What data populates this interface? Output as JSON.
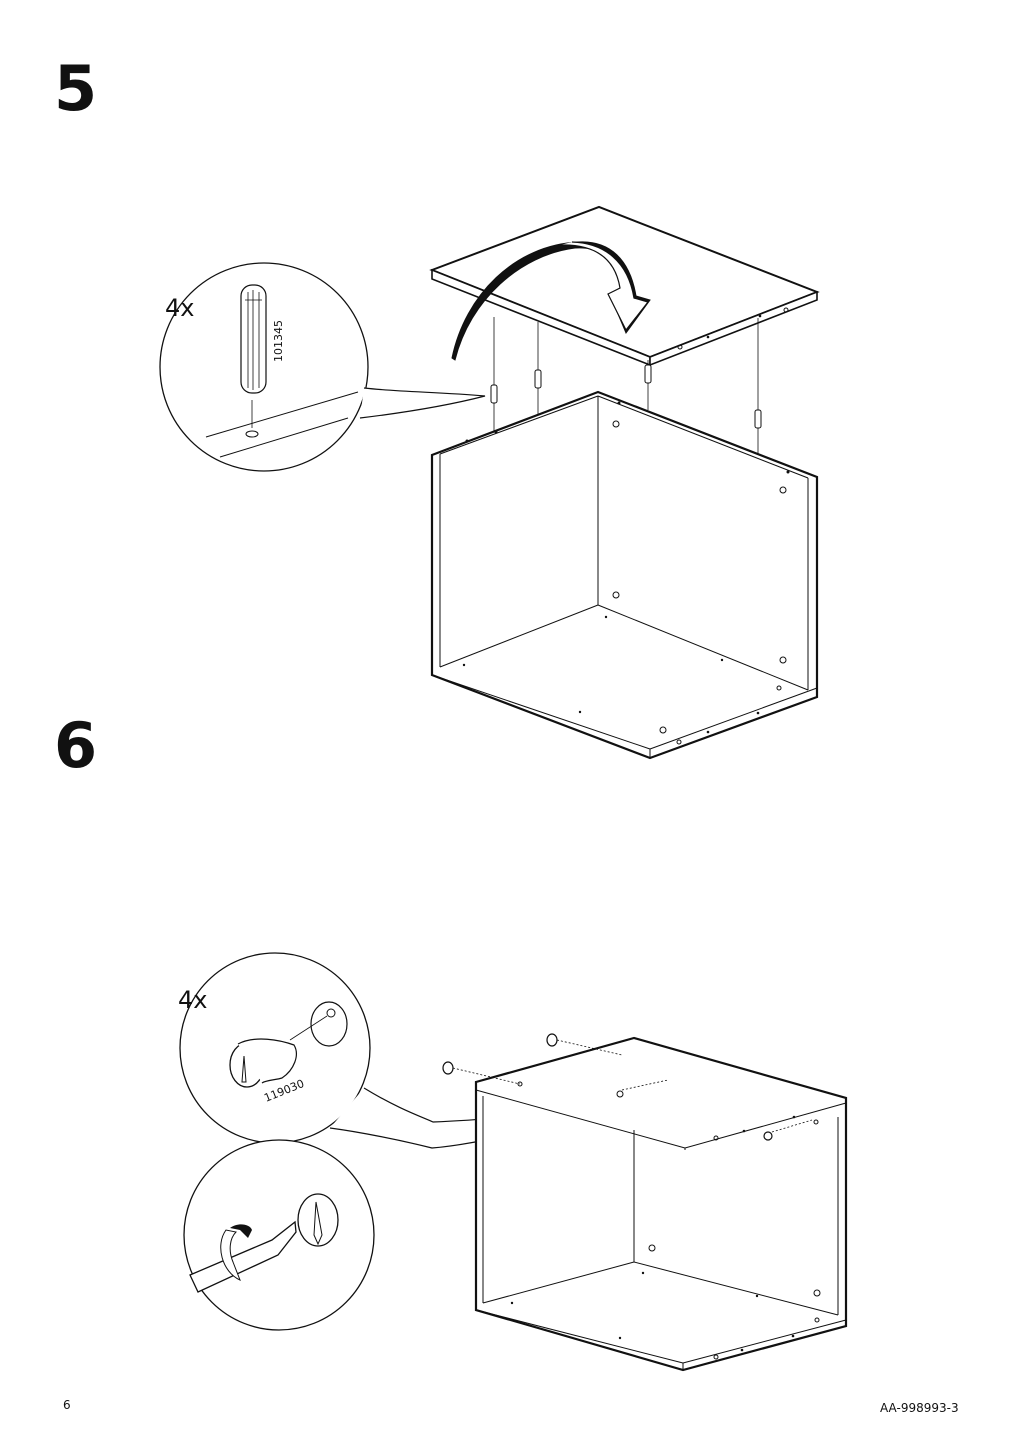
{
  "steps": [
    {
      "number": "5",
      "callout": {
        "quantity": "4x",
        "part_number": "101345",
        "part_icon": "wooden-dowel-icon"
      }
    },
    {
      "number": "6",
      "callout": {
        "quantity": "4x",
        "part_number": "119030",
        "part_icon": "cam-lock-icon"
      },
      "tool_icon": "screwdriver-icon"
    }
  ],
  "footer": {
    "page_number": "6",
    "document_code": "AA-998993-3"
  }
}
